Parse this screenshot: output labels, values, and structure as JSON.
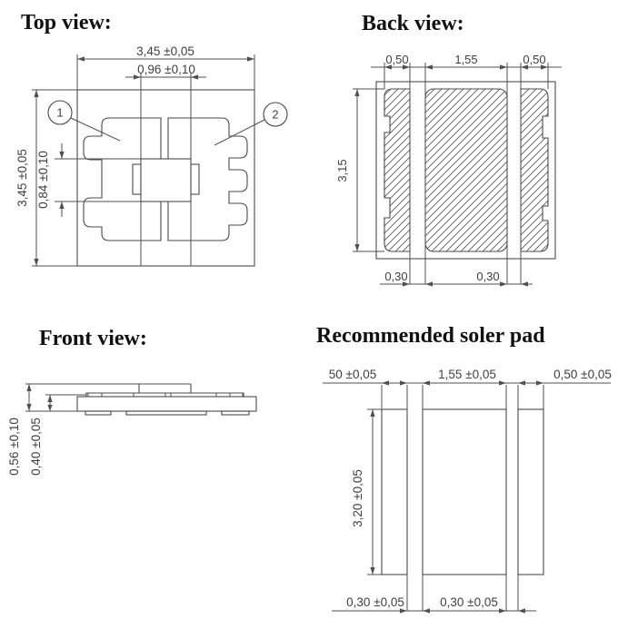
{
  "colors": {
    "line": "#4f4f4f",
    "outline": "#4a4a4a",
    "hatch": "#5a5a5a",
    "dimension_text": "#3f3f3f",
    "title_text": "#111111",
    "background": "#ffffff"
  },
  "views": {
    "top": {
      "title": "Top view:",
      "dims": {
        "overall_width": "3,45 ±0,05",
        "inner_width": "0,96 ±0,10",
        "overall_height": "3,45 ±0,05",
        "inner_height": "0,84 ±0,10"
      },
      "callouts": [
        {
          "label": "1"
        },
        {
          "label": "2"
        }
      ]
    },
    "back": {
      "title": "Back view:",
      "dims": {
        "left_pad_width": "0,50",
        "center_pad_width": "1,55",
        "right_pad_width": "0,50",
        "pad_height": "3,15",
        "left_gap": "0,30",
        "right_gap": "0,30"
      }
    },
    "front": {
      "title": "Front view:",
      "dims": {
        "total_height": "0,56 ±0,10",
        "body_height": "0,40 ±0,05"
      }
    },
    "solder": {
      "title": "Recommended soler pad",
      "dims": {
        "left_pad_width": "50 ±0,05",
        "center_pad_width": "1,55 ±0,05",
        "right_pad_width": "0,50 ±0,05",
        "pad_height": "3,20 ±0,05",
        "left_gap": "0,30 ±0,05",
        "right_gap": "0,30 ±0,05"
      }
    }
  }
}
